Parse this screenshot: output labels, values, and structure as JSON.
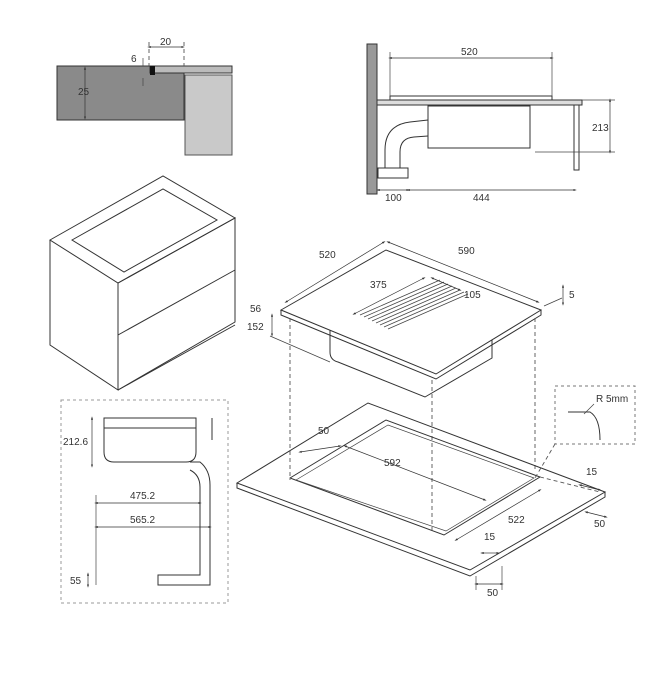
{
  "colors": {
    "stroke": "#333333",
    "counter_fill": "#8a8a8a",
    "cabinet_fill": "#c9c9c9"
  },
  "detail_counter": {
    "gap": "20",
    "depth": "6",
    "thickness": "25"
  },
  "side_view": {
    "width": "520",
    "height": "213",
    "duct_offset": "100",
    "duct_length": "444"
  },
  "hob": {
    "depth": "520",
    "width": "590",
    "vent_length": "375",
    "vent_width": "105",
    "glass": "5",
    "frame": "56",
    "body_depth": "152"
  },
  "cutout": {
    "radius": "R 5mm",
    "front_margin": "50",
    "width": "592",
    "depth": "522",
    "side_margin_a": "15",
    "side_margin_b": "50",
    "front_gap": "15",
    "front_edge": "50"
  },
  "duct_view": {
    "height": "212.6",
    "inner": "475.2",
    "outer": "565.2",
    "bottom": "55"
  }
}
